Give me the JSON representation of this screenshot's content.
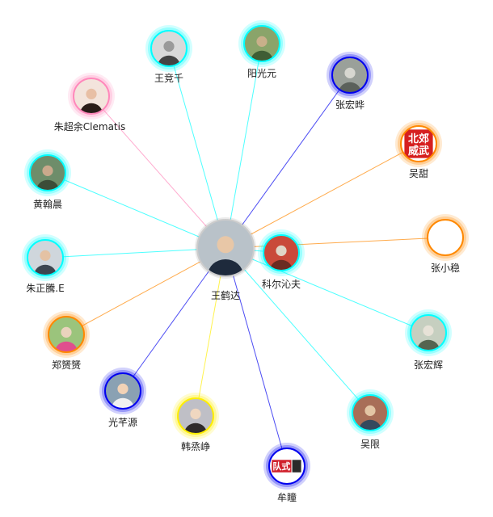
{
  "center": {
    "id": "center",
    "name": "王鹤达",
    "avatar": "photo-man-suit-icon",
    "ring": "#cccccc"
  },
  "friends": [
    {
      "id": "wang-jingqian",
      "name": "王竞千",
      "ring": "#00ffff",
      "avatar": "photo-bw-portrait-icon"
    },
    {
      "id": "yang-guangyuan",
      "name": "阳光元",
      "ring": "#00ffff",
      "avatar": "photo-garden-icon"
    },
    {
      "id": "zhang-hongye",
      "name": "张宏晔",
      "ring": "#0000ee",
      "avatar": "photo-statue-icon"
    },
    {
      "id": "zhu-chaoyu",
      "name": "朱超余Clematis",
      "ring": "#ff88bb",
      "avatar": "photo-face-closeup-icon"
    },
    {
      "id": "wu-tian",
      "name": "吴甜",
      "ring": "#ff8800",
      "avatar": "logo-red-seal-icon",
      "logo_text": [
        "北郊",
        "威武"
      ]
    },
    {
      "id": "huang-hanchen",
      "name": "黄翰晨",
      "ring": "#00ffff",
      "avatar": "photo-outdoor-icon"
    },
    {
      "id": "zhang-xiaowen",
      "name": "张小稳",
      "ring": "#ff8800",
      "avatar": "empty-avatar-icon"
    },
    {
      "id": "zhu-zhengteng",
      "name": "朱正騰.E",
      "ring": "#00ffff",
      "avatar": "photo-lying-person-icon"
    },
    {
      "id": "kerqinfu",
      "name": "科尔沁夫",
      "ring": "#00ffff",
      "avatar": "photo-gate-icon"
    },
    {
      "id": "zhang-honghui",
      "name": "张宏辉",
      "ring": "#00ffff",
      "avatar": "photo-street-icon"
    },
    {
      "id": "zheng-yingying",
      "name": "郑赟赟",
      "ring": "#ff8800",
      "avatar": "photo-pink-shirt-icon"
    },
    {
      "id": "guang-qianyuan",
      "name": "光芊源",
      "ring": "#0000ee",
      "avatar": "photo-child-icon"
    },
    {
      "id": "han-zhengzheng",
      "name": "韩烝峥",
      "ring": "#ffee00",
      "avatar": "photo-two-girls-icon"
    },
    {
      "id": "wu-xian",
      "name": "吴限",
      "ring": "#00ffff",
      "avatar": "photo-standing-man-icon"
    },
    {
      "id": "mou-tong",
      "name": "牟瞳",
      "ring": "#0000ee",
      "avatar": "logo-duishi-icon",
      "logo_text": [
        "队式"
      ]
    }
  ]
}
